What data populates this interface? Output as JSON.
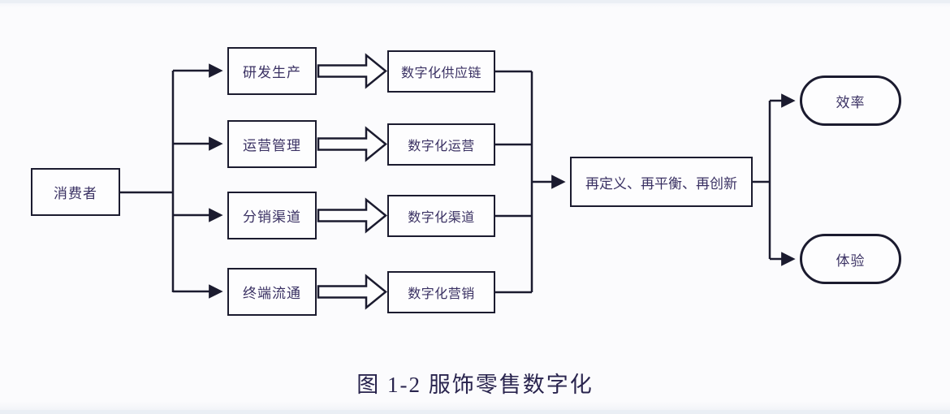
{
  "diagram": {
    "source_node": {
      "label": "消费者"
    },
    "middle_nodes": [
      {
        "label": "研发生产"
      },
      {
        "label": "运营管理"
      },
      {
        "label": "分销渠道"
      },
      {
        "label": "终端流通"
      }
    ],
    "digital_nodes": [
      {
        "label": "数字化供应链"
      },
      {
        "label": "数字化运营"
      },
      {
        "label": "数字化渠道"
      },
      {
        "label": "数字化营销"
      }
    ],
    "convergence_node": {
      "label": "再定义、再平衡、再创新"
    },
    "outcome_nodes": [
      {
        "label": "效率"
      },
      {
        "label": "体验"
      }
    ],
    "caption": "图 1-2 服饰零售数字化"
  },
  "colors": {
    "line": "#1b1b2f",
    "node_border": "#1b1b2f",
    "node_fill": "#fdfdfe",
    "text": "#3a3163",
    "background": "#fbfbfd"
  }
}
